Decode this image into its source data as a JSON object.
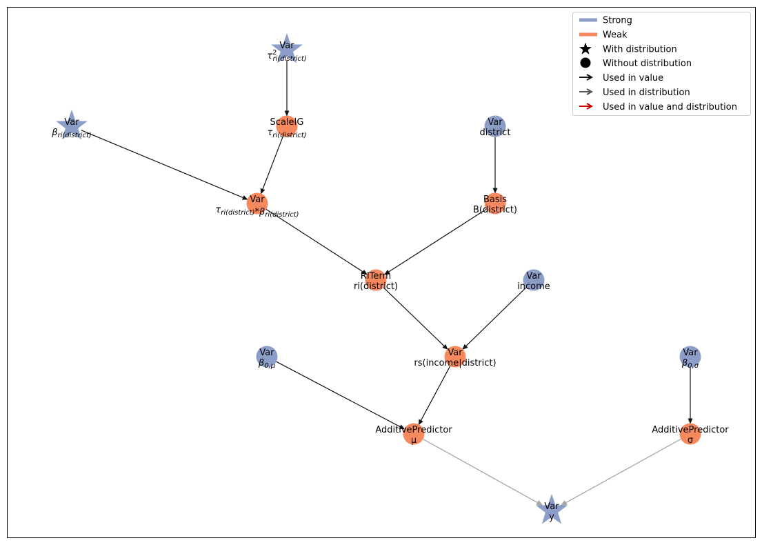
{
  "colors": {
    "strong": "#8c9ec8",
    "weak": "#f7895e",
    "value_edge": "#111111",
    "distribution_edge": "#a6a6a6",
    "value_and_distribution_edge": "#cc0000"
  },
  "legend": {
    "strong": "Strong",
    "weak": "Weak",
    "with_distribution": "With distribution",
    "without_distribution": "Without distribution",
    "used_in_value": "Used in value",
    "used_in_distribution": "Used in distribution",
    "used_in_value_and_distribution": "Used in value and distribution"
  },
  "nodes": [
    {
      "id": "tau2",
      "kind": "Var",
      "name": "τ²ri(district)",
      "strength": "strong",
      "shape": "star"
    },
    {
      "id": "tau",
      "kind": "ScaleIG",
      "name": "τri(district)",
      "strength": "weak",
      "shape": "circle"
    },
    {
      "id": "beta_ri",
      "kind": "Var",
      "name": "βri(district)",
      "strength": "strong",
      "shape": "star"
    },
    {
      "id": "district",
      "kind": "Var",
      "name": "district",
      "strength": "strong",
      "shape": "circle"
    },
    {
      "id": "taubeta",
      "kind": "Var",
      "name": "τri(district)*βri(district)",
      "strength": "weak",
      "shape": "circle"
    },
    {
      "id": "basis",
      "kind": "Basis",
      "name": "B(district)",
      "strength": "weak",
      "shape": "circle"
    },
    {
      "id": "riterm",
      "kind": "RITerm",
      "name": "ri(district)",
      "strength": "weak",
      "shape": "circle"
    },
    {
      "id": "income",
      "kind": "Var",
      "name": "income",
      "strength": "strong",
      "shape": "circle"
    },
    {
      "id": "beta0mu",
      "kind": "Var",
      "name": "β0,μ",
      "strength": "strong",
      "shape": "circle"
    },
    {
      "id": "rs",
      "kind": "Var",
      "name": "rs(income|district)",
      "strength": "weak",
      "shape": "circle"
    },
    {
      "id": "beta0sigma",
      "kind": "Var",
      "name": "β0,σ",
      "strength": "strong",
      "shape": "circle"
    },
    {
      "id": "mu",
      "kind": "AdditivePredictor",
      "name": "μ",
      "strength": "weak",
      "shape": "circle"
    },
    {
      "id": "sigma",
      "kind": "AdditivePredictor",
      "name": "σ",
      "strength": "weak",
      "shape": "circle"
    },
    {
      "id": "y",
      "kind": "Var",
      "name": "y",
      "strength": "strong",
      "shape": "star"
    }
  ],
  "edges": [
    {
      "from": "tau2",
      "to": "tau",
      "type": "value"
    },
    {
      "from": "beta_ri",
      "to": "taubeta",
      "type": "value"
    },
    {
      "from": "tau",
      "to": "taubeta",
      "type": "value"
    },
    {
      "from": "district",
      "to": "basis",
      "type": "value"
    },
    {
      "from": "taubeta",
      "to": "riterm",
      "type": "value"
    },
    {
      "from": "basis",
      "to": "riterm",
      "type": "value"
    },
    {
      "from": "riterm",
      "to": "rs",
      "type": "value"
    },
    {
      "from": "income",
      "to": "rs",
      "type": "value"
    },
    {
      "from": "beta0mu",
      "to": "mu",
      "type": "value"
    },
    {
      "from": "rs",
      "to": "mu",
      "type": "value"
    },
    {
      "from": "beta0sigma",
      "to": "sigma",
      "type": "value"
    },
    {
      "from": "mu",
      "to": "y",
      "type": "distribution"
    },
    {
      "from": "sigma",
      "to": "y",
      "type": "distribution"
    }
  ]
}
